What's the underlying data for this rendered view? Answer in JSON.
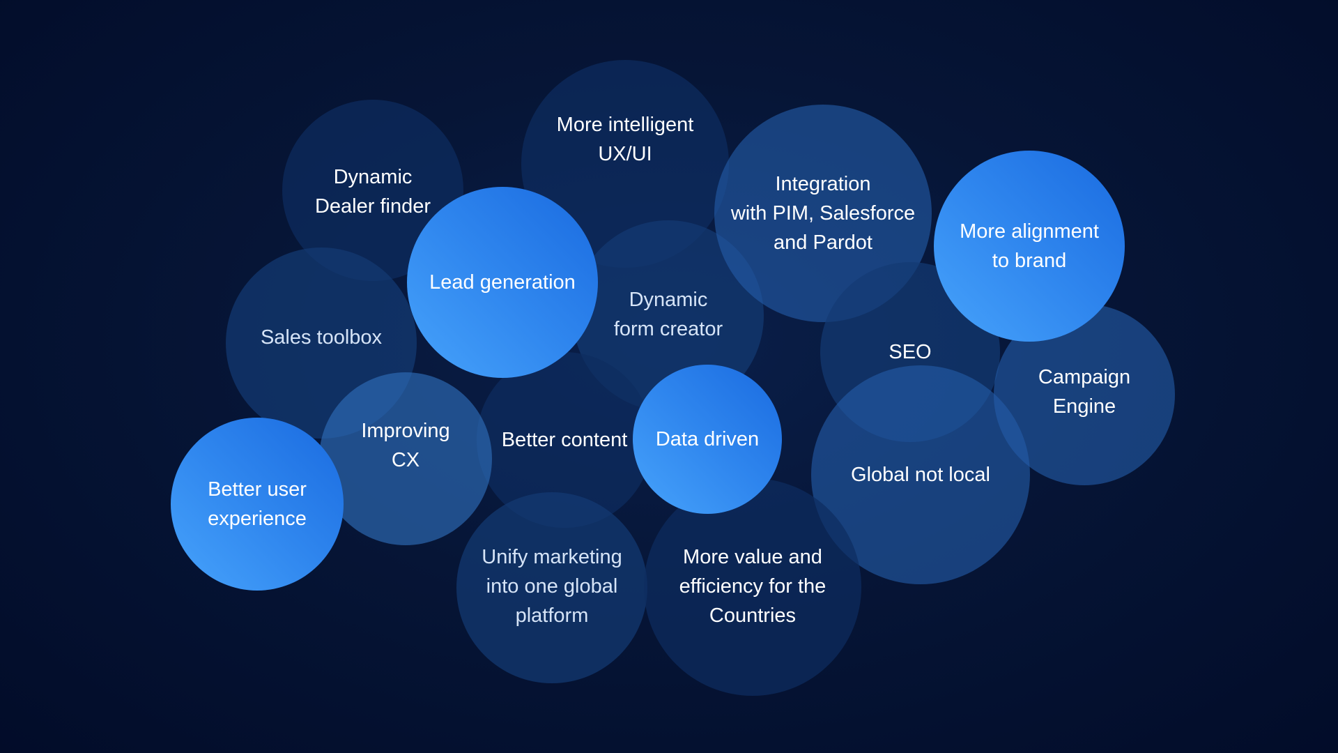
{
  "bubbles": [
    {
      "id": "more-intelligent-ux-ui",
      "label": "More intelligent\nUX/UI"
    },
    {
      "id": "dynamic-dealer-finder",
      "label": "Dynamic\nDealer finder"
    },
    {
      "id": "integration-pim-salesforce-pardot",
      "label": "Integration\nwith PIM, Salesforce\nand Pardot"
    },
    {
      "id": "dynamic-form-creator",
      "label": "Dynamic\nform creator"
    },
    {
      "id": "sales-toolbox",
      "label": "Sales toolbox"
    },
    {
      "id": "seo",
      "label": "SEO"
    },
    {
      "id": "better-content",
      "label": "Better content"
    },
    {
      "id": "campaign-engine",
      "label": "Campaign\nEngine"
    },
    {
      "id": "improving-cx",
      "label": "Improving\nCX"
    },
    {
      "id": "global-not-local",
      "label": "Global not local"
    },
    {
      "id": "unify-marketing",
      "label": "Unify marketing\ninto one global\nplatform"
    },
    {
      "id": "more-value-efficiency",
      "label": "More value and\nefficiency for the\nCountries"
    },
    {
      "id": "lead-generation",
      "label": "Lead generation"
    },
    {
      "id": "more-alignment-brand",
      "label": "More alignment\nto brand"
    },
    {
      "id": "data-driven",
      "label": "Data driven"
    },
    {
      "id": "better-user-experience",
      "label": "Better user\nexperience"
    }
  ]
}
